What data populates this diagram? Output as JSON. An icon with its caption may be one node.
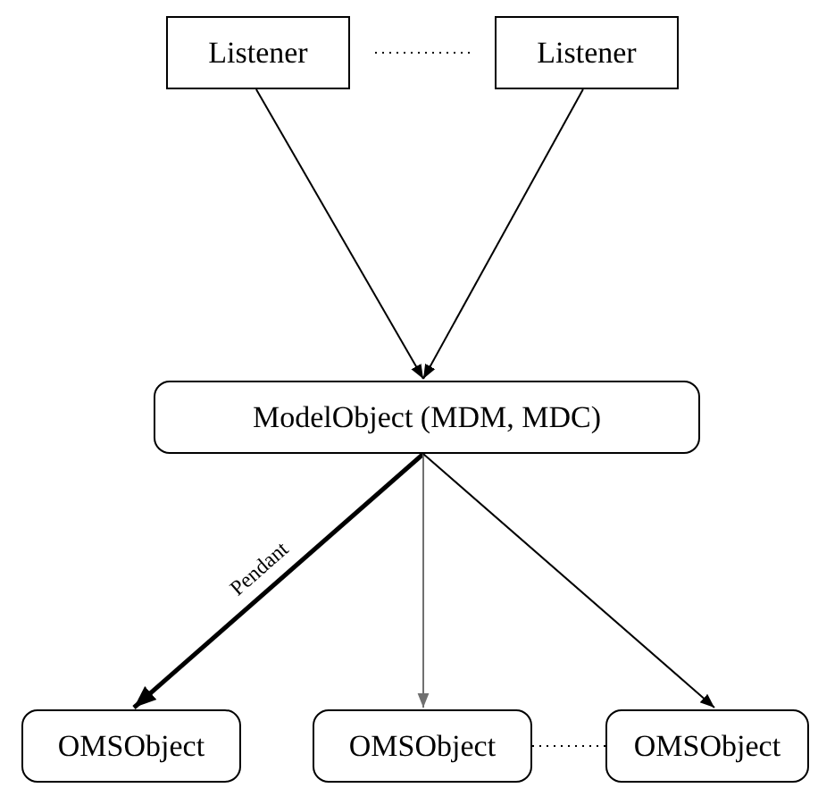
{
  "diagram": {
    "nodes": [
      {
        "text": [
          "Listener"
        ]
      },
      {
        "text": [
          "Listener"
        ]
      },
      {
        "text": [
          "ModelObject (MDM, MDC)"
        ]
      },
      {
        "text": [
          "OMSObject"
        ]
      },
      {
        "text": [
          "OMSObject"
        ]
      },
      {
        "text": [
          "OMSObject"
        ]
      }
    ],
    "edges": [
      {
        "from": 0,
        "to": 2,
        "arrow": "to"
      },
      {
        "from": 1,
        "to": 2,
        "arrow": "to"
      },
      {
        "from": 2,
        "to": 3,
        "arrow": "to",
        "label": "Pendant",
        "style": "thick"
      },
      {
        "from": 2,
        "to": 4,
        "arrow": "to",
        "color": "#707070"
      },
      {
        "from": 2,
        "to": 5,
        "arrow": "to"
      },
      {
        "from": 0,
        "to": 1,
        "arrow": "none",
        "style": "dashed"
      },
      {
        "from": 4,
        "to": 5,
        "arrow": "none",
        "style": "dashed"
      }
    ]
  }
}
